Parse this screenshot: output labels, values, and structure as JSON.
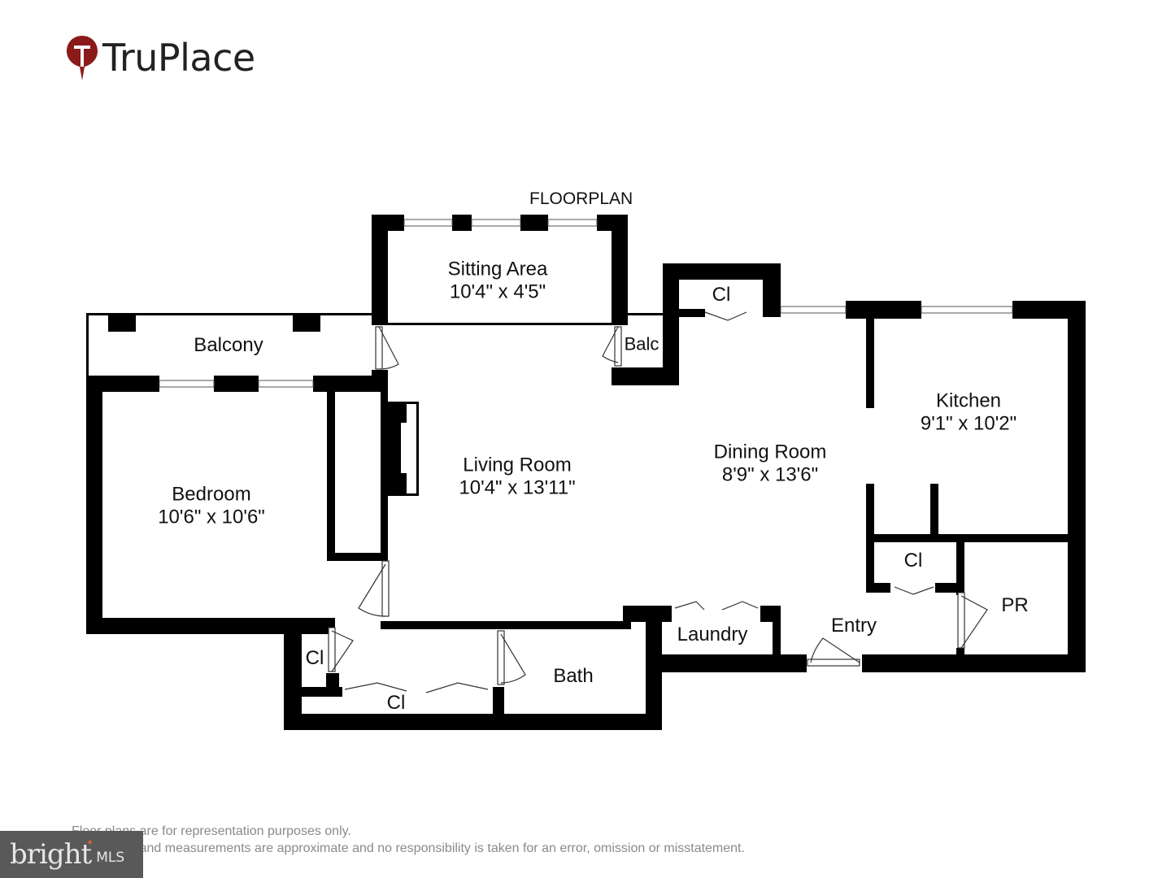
{
  "brand": {
    "name": "TruPlace",
    "accent_color": "#8b1a1a"
  },
  "plan": {
    "title": "FLOORPLAN",
    "rooms": [
      {
        "name": "Sitting Area",
        "dim": "10'4\" x 4'5\""
      },
      {
        "name": "Balcony",
        "dim": ""
      },
      {
        "name": "Balc",
        "dim": ""
      },
      {
        "name": "Cl",
        "dim": ""
      },
      {
        "name": "Kitchen",
        "dim": "9'1\" x 10'2\""
      },
      {
        "name": "Dining Room",
        "dim": "8'9\" x 13'6\""
      },
      {
        "name": "Living Room",
        "dim": "10'4\" x 13'11\""
      },
      {
        "name": "Bedroom",
        "dim": "10'6\" x 10'6\""
      },
      {
        "name": "Cl",
        "dim": ""
      },
      {
        "name": "PR",
        "dim": ""
      },
      {
        "name": "Laundry",
        "dim": ""
      },
      {
        "name": "Entry",
        "dim": ""
      },
      {
        "name": "Cl",
        "dim": ""
      },
      {
        "name": "Cl",
        "dim": ""
      },
      {
        "name": "Bath",
        "dim": ""
      }
    ]
  },
  "footer": {
    "disclaimer_line1": "Floor plans are for representation purposes only.",
    "disclaimer_line2": "Floor plans and measurements are approximate and no responsibility is taken for an error, omission or misstatement.",
    "mls_badge_word": "bright",
    "mls_badge_suffix": "MLS"
  }
}
